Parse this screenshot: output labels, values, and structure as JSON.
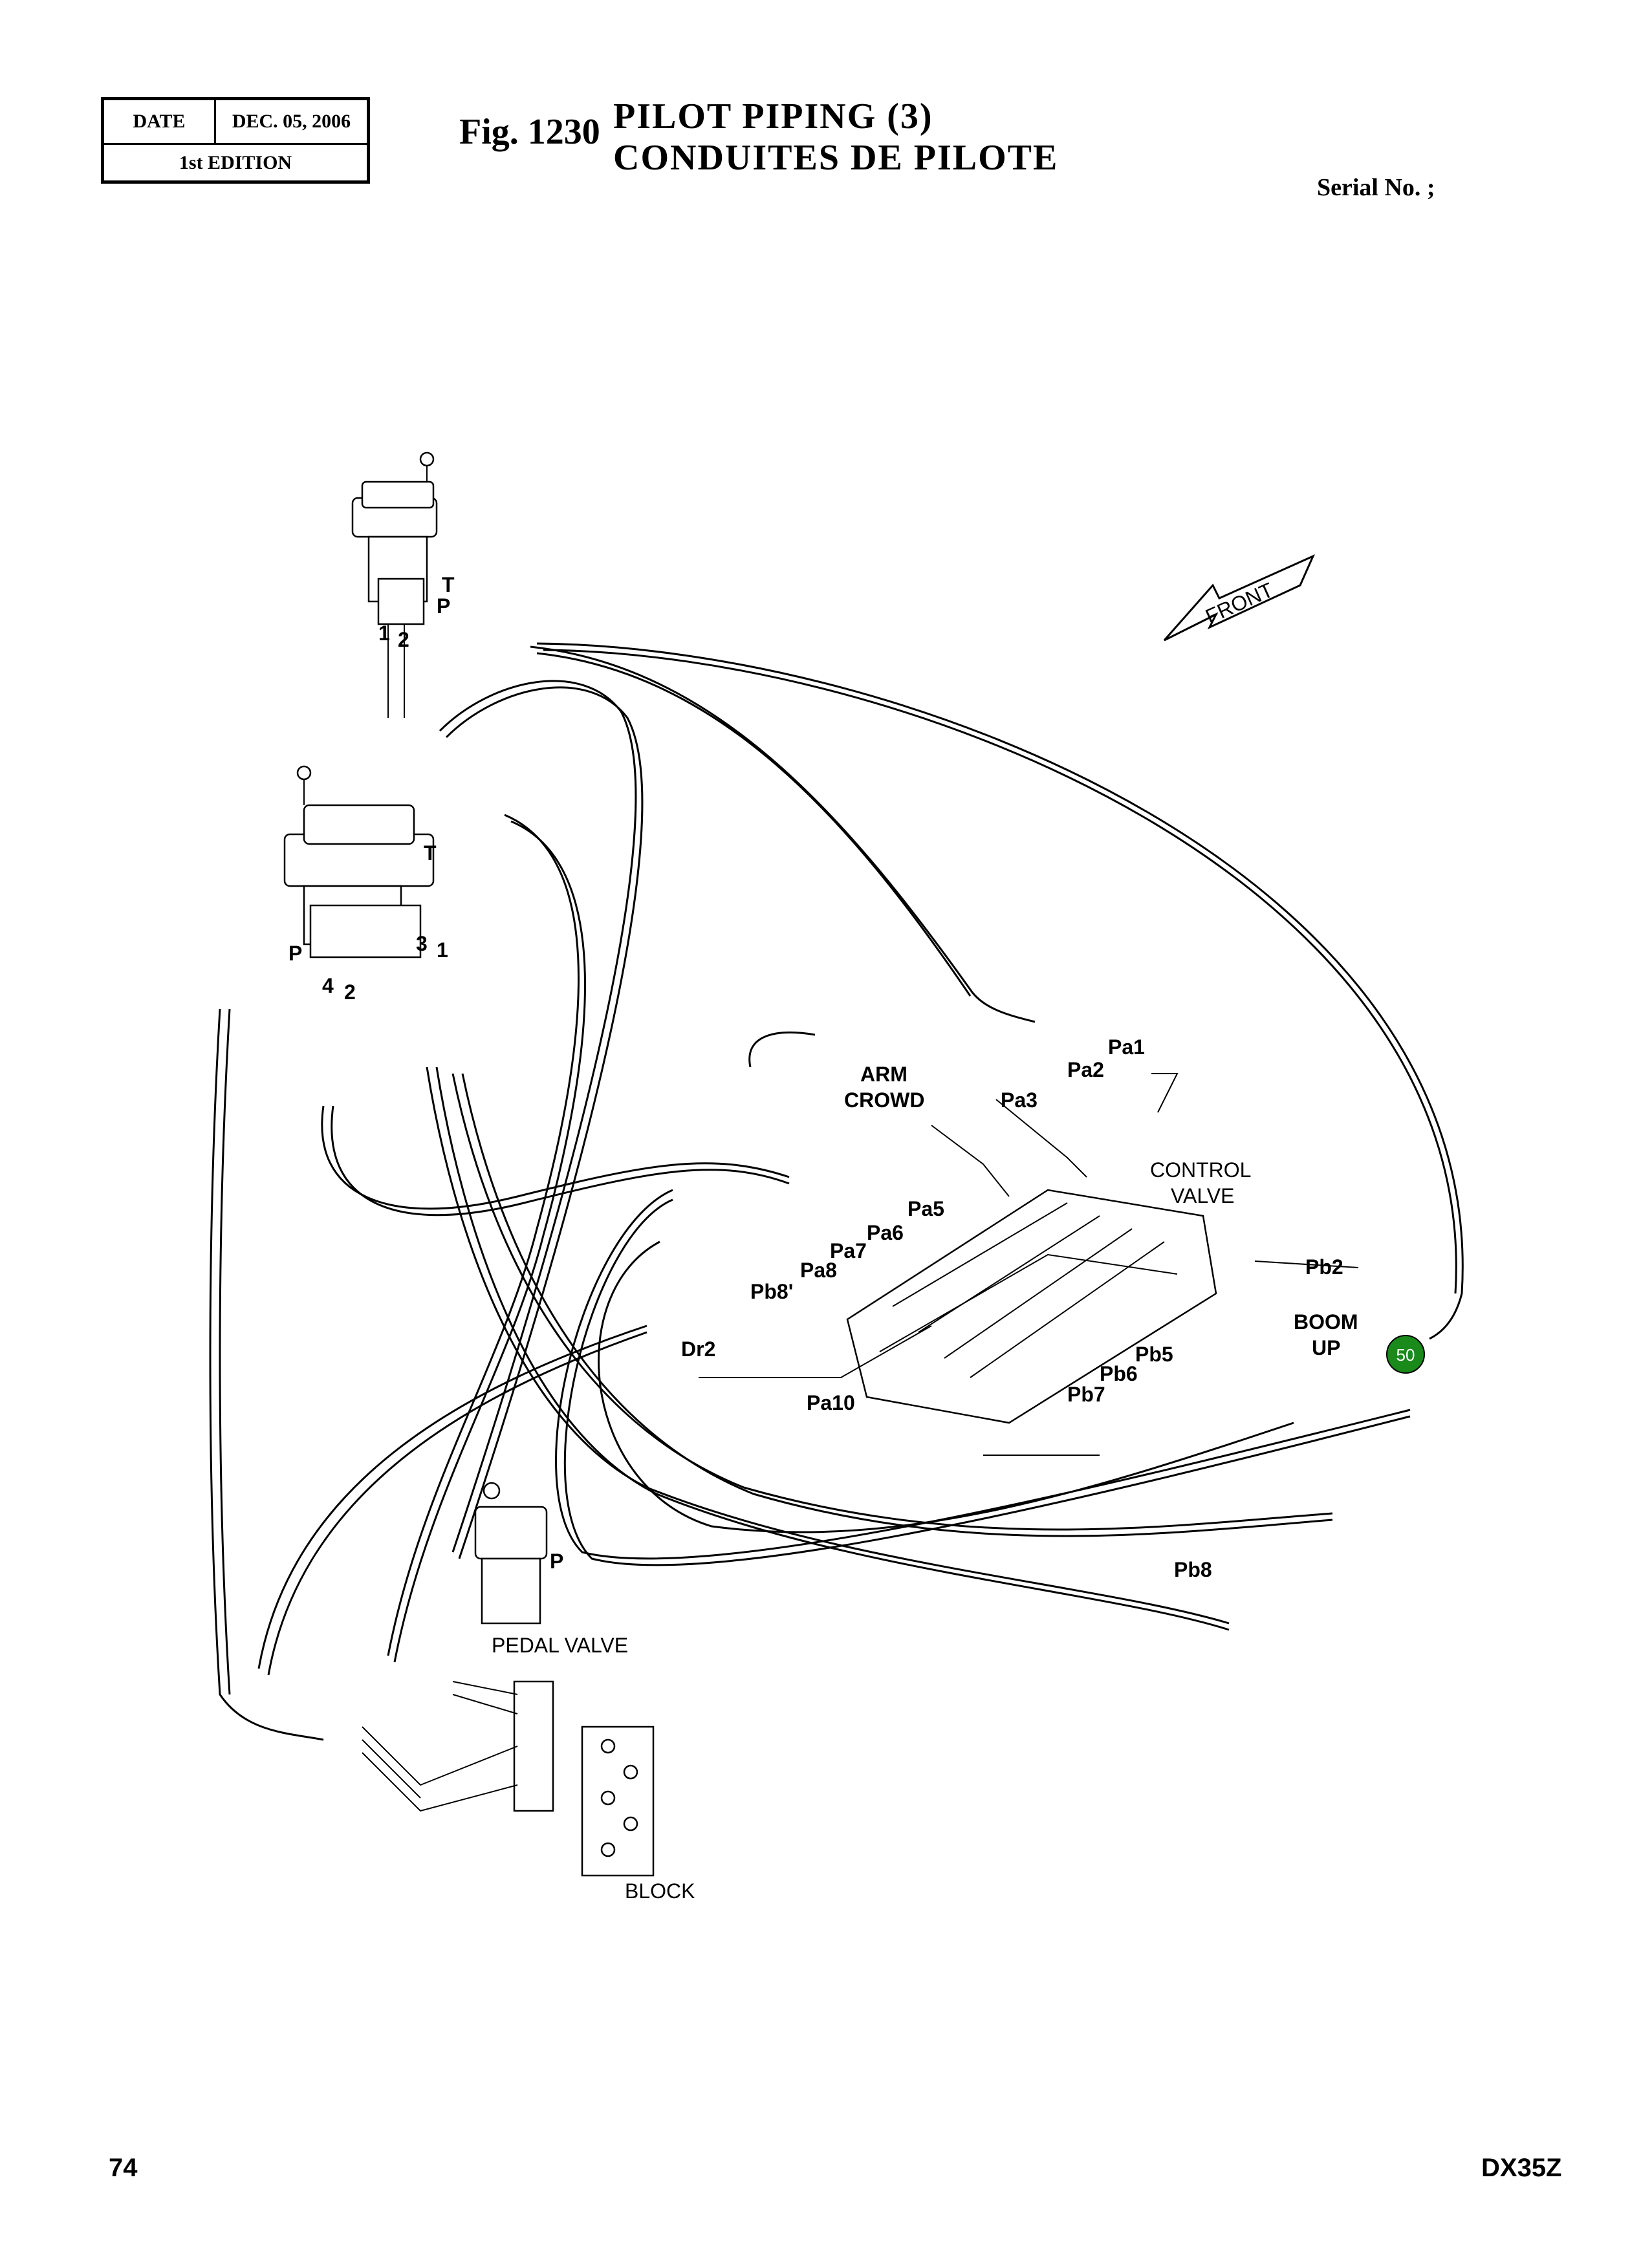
{
  "header": {
    "date_label": "DATE",
    "date_value": "DEC. 05, 2006",
    "edition": "1st EDITION",
    "fig_number": "Fig. 1230",
    "title_en": "PILOT  PIPING  (3)",
    "title_fr": "CONDUITES  DE  PILOTE",
    "serial": "Serial No. ;"
  },
  "footer": {
    "page": "74",
    "model": "DX35Z"
  },
  "labels": {
    "front": "FRONT",
    "arm_crowd_1": "ARM",
    "arm_crowd_2": "CROWD",
    "control_valve_1": "CONTROL",
    "control_valve_2": "VALVE",
    "boom_up_1": "BOOM",
    "boom_up_2": "UP",
    "pedal_valve": "PEDAL VALVE",
    "block": "BLOCK",
    "port_T_upper": "T",
    "port_P_upper": "P",
    "port_1_upper": "1",
    "port_2_upper": "2",
    "port_T_mid": "T",
    "port_P_mid": "P",
    "port_3": "3",
    "port_1_mid": "1",
    "port_4": "4",
    "port_2_mid": "2",
    "port_P_pedal": "P",
    "Pa1": "Pa1",
    "Pa2": "Pa2",
    "Pa3": "Pa3",
    "Pa5": "Pa5",
    "Pa6": "Pa6",
    "Pa7": "Pa7",
    "Pa8": "Pa8",
    "Pb8p": "Pb8'",
    "Dr2": "Dr2",
    "Pa10": "Pa10",
    "Pb2": "Pb2",
    "Pb5": "Pb5",
    "Pb6": "Pb6",
    "Pb7": "Pb7",
    "Pb8": "Pb8",
    "callout_50": "50"
  },
  "colors": {
    "callout_fill": "#1a8a1a",
    "callout_text": "#ffffff",
    "line": "#000000"
  }
}
